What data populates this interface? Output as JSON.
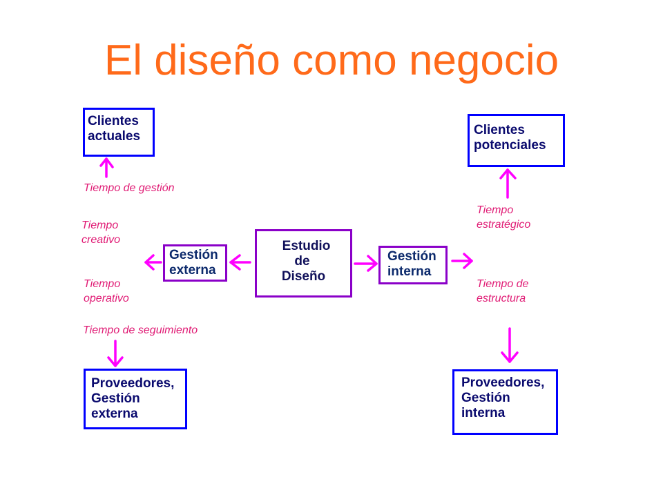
{
  "title": "El diseño como negocio",
  "boxes": {
    "clientes_actuales": [
      "Clientes",
      "actuales"
    ],
    "clientes_potenciales": [
      "Clientes",
      "potenciales"
    ],
    "gestion_externa": [
      "Gestión",
      "externa"
    ],
    "estudio": [
      "Estudio",
      "de",
      "Diseño"
    ],
    "gestion_interna": [
      "Gestión",
      "interna"
    ],
    "proveedores_externa": [
      "Proveedores,",
      "Gestión",
      "externa"
    ],
    "proveedores_interna": [
      "Proveedores,",
      "Gestión",
      "interna"
    ]
  },
  "labels": {
    "tiempo_gestion": "Tiempo de gestión",
    "tiempo_creativo": [
      "Tiempo",
      "creativo"
    ],
    "tiempo_operativo": [
      "Tiempo",
      "operativo"
    ],
    "tiempo_seguimiento": "Tiempo de seguimiento",
    "tiempo_estrategico": [
      "Tiempo",
      "estratégico"
    ],
    "tiempo_estructura": [
      "Tiempo de",
      "estructura"
    ]
  },
  "colors": {
    "title": "#ff6a1a",
    "box_border_blue": "#0000ff",
    "box_border_purple": "#8a00c8",
    "arrow": "#ff00ff",
    "label": "#e01a74"
  }
}
